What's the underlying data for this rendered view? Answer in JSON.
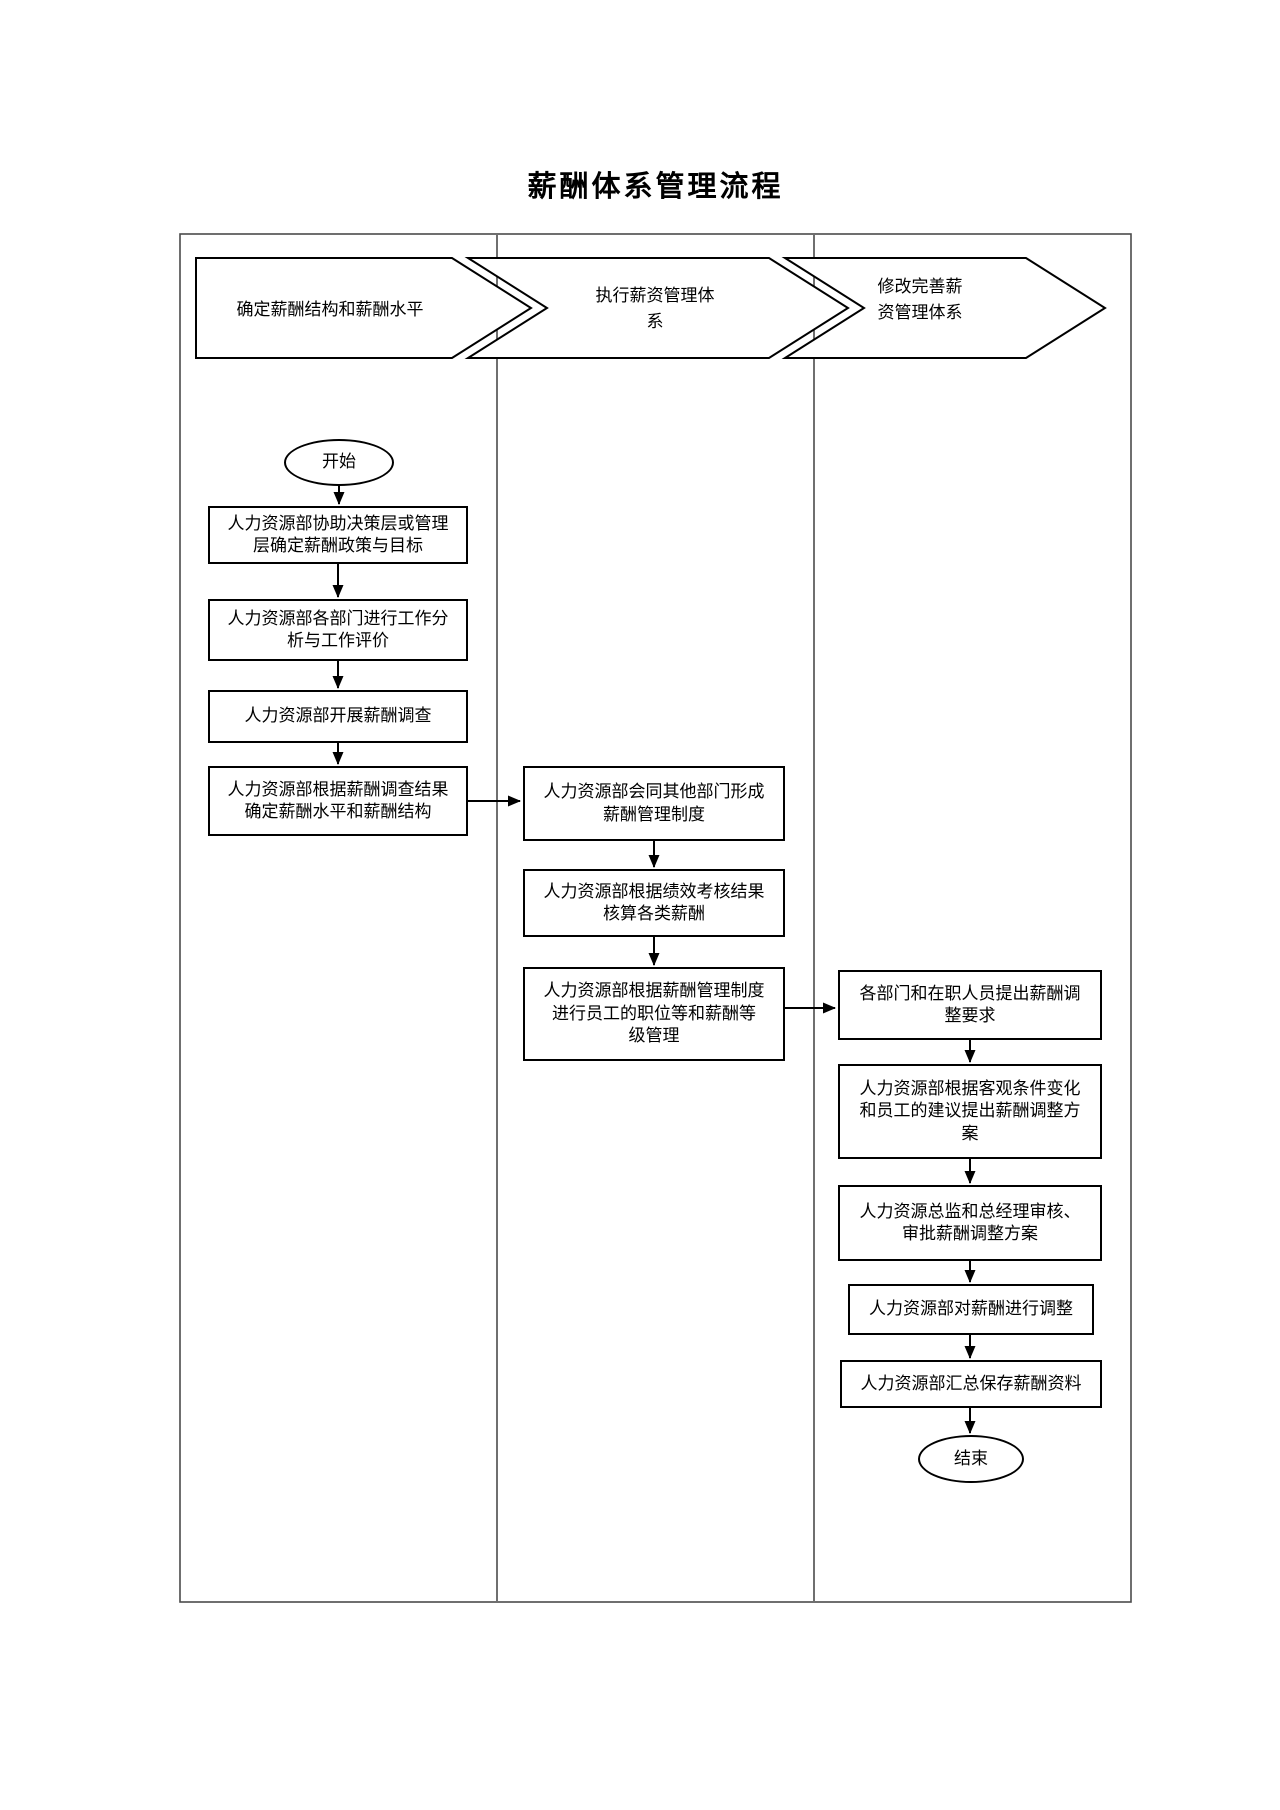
{
  "title": "薪酬体系管理流程",
  "colors": {
    "ink": "#000000",
    "frame_line": "#4b4b4b",
    "background": "#ffffff",
    "shape_fill": "#ffffff"
  },
  "lanes": [
    {
      "header": "确定薪酬结构和薪酬水平",
      "steps": [
        {
          "type": "start-terminator",
          "label": "开始"
        },
        {
          "type": "process",
          "label": "人力资源部协助决策层或管理\n层确定薪酬政策与目标"
        },
        {
          "type": "process",
          "label": "人力资源部各部门进行工作分\n析与工作评价"
        },
        {
          "type": "process",
          "label": "人力资源部开展薪酬调查"
        },
        {
          "type": "process",
          "label": "人力资源部根据薪酬调查结果\n确定薪酬水平和薪酬结构"
        }
      ]
    },
    {
      "header": "执行薪资管理体\n系",
      "steps": [
        {
          "type": "process",
          "label": "人力资源部会同其他部门形成\n薪酬管理制度"
        },
        {
          "type": "process",
          "label": "人力资源部根据绩效考核结果\n核算各类薪酬"
        },
        {
          "type": "process",
          "label": "人力资源部根据薪酬管理制度\n进行员工的职位等和薪酬等\n级管理"
        }
      ]
    },
    {
      "header": "修改完善薪\n资管理体系",
      "steps": [
        {
          "type": "process",
          "label": "各部门和在职人员提出薪酬调\n整要求"
        },
        {
          "type": "process",
          "label": "人力资源部根据客观条件变化\n和员工的建议提出薪酬调整方\n案"
        },
        {
          "type": "process",
          "label": "人力资源总监和总经理审核、\n审批薪酬调整方案"
        },
        {
          "type": "process",
          "label": "人力资源部对薪酬进行调整"
        },
        {
          "type": "process",
          "label": "人力资源部汇总保存薪酬资料"
        },
        {
          "type": "end-terminator",
          "label": "结束"
        }
      ]
    }
  ]
}
